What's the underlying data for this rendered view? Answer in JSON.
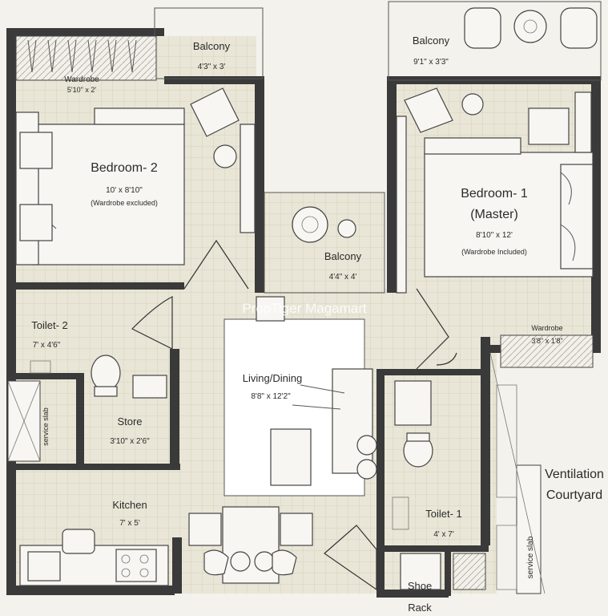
{
  "rooms": {
    "bedroom2": {
      "name": "Bedroom- 2",
      "size": "10' x 8'10\"",
      "note": "(Wardrobe excluded)"
    },
    "bedroom1": {
      "name": "Bedroom- 1",
      "sub": "(Master)",
      "size": "8'10\" x 12'",
      "note": "(Wardrobe Included)"
    },
    "balcony_top_left": {
      "name": "Balcony",
      "size": "4'3\" x 3'"
    },
    "balcony_top_right": {
      "name": "Balcony",
      "size": "9'1\" x 3'3\""
    },
    "balcony_center": {
      "name": "Balcony",
      "size": "4'4\" x 4'"
    },
    "wardrobe_left": {
      "name": "Wardrobe",
      "size": "5'10\" x 2'"
    },
    "wardrobe_right": {
      "name": "Wardrobe",
      "size": "3'8\" x 1'8\""
    },
    "toilet2": {
      "name": "Toilet- 2",
      "size": "7' x 4'6\""
    },
    "living": {
      "name": "Living/Dining",
      "size": "8'8\" x 12'2\""
    },
    "store": {
      "name": "Store",
      "size": "3'10\" x 2'6\""
    },
    "kitchen": {
      "name": "Kitchen",
      "size": "7' x 5'"
    },
    "toilet1": {
      "name": "Toilet- 1",
      "size": "4' x 7'"
    },
    "shoe_rack": {
      "name": "Shoe",
      "name2": "Rack"
    },
    "ventilation": {
      "name": "Ventilation",
      "name2": "Courtyard"
    },
    "service_slab_left": {
      "name": "service slab"
    },
    "service_slab_right": {
      "name": "service slab"
    }
  },
  "watermark": "PropTiger Magamart"
}
